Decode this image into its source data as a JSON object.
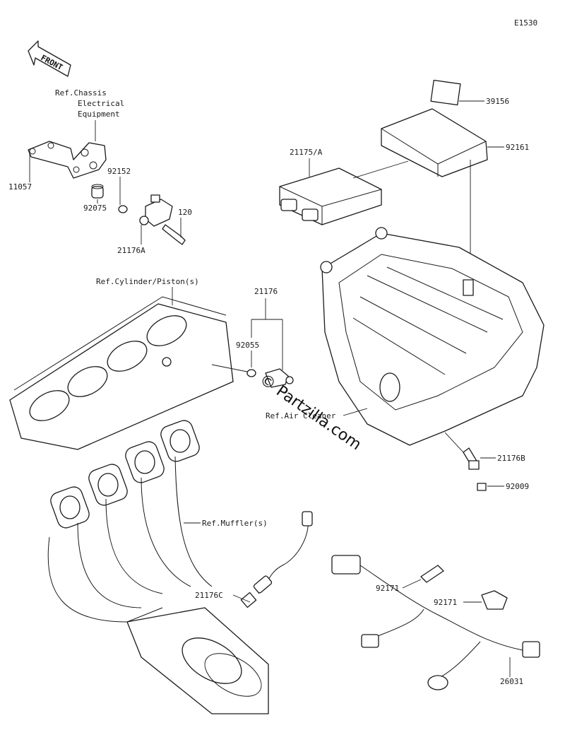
{
  "diagram_code": "E1530",
  "front_label": "FRONT",
  "watermark": "© Partzilla.com",
  "callouts": {
    "ref_chassis": [
      "Ref.Chassis",
      "Electrical",
      "Equipment"
    ],
    "p39156": "39156",
    "p92161": "92161",
    "p21175a": "21175/A",
    "p11057": "11057",
    "p92152": "92152",
    "p92075": "92075",
    "p120": "120",
    "p21176a": "21176A",
    "ref_cylinder": "Ref.Cylinder/Piston(s)",
    "p21176": "21176",
    "p92055": "92055",
    "ref_air_cleaner": "Ref.Air Cleaner",
    "p21176b": "21176B",
    "p92009": "92009",
    "ref_muffler": "Ref.Muffler(s)",
    "p21176c": "21176C",
    "p92171a": "92171",
    "p92171b": "92171",
    "p26031": "26031"
  }
}
